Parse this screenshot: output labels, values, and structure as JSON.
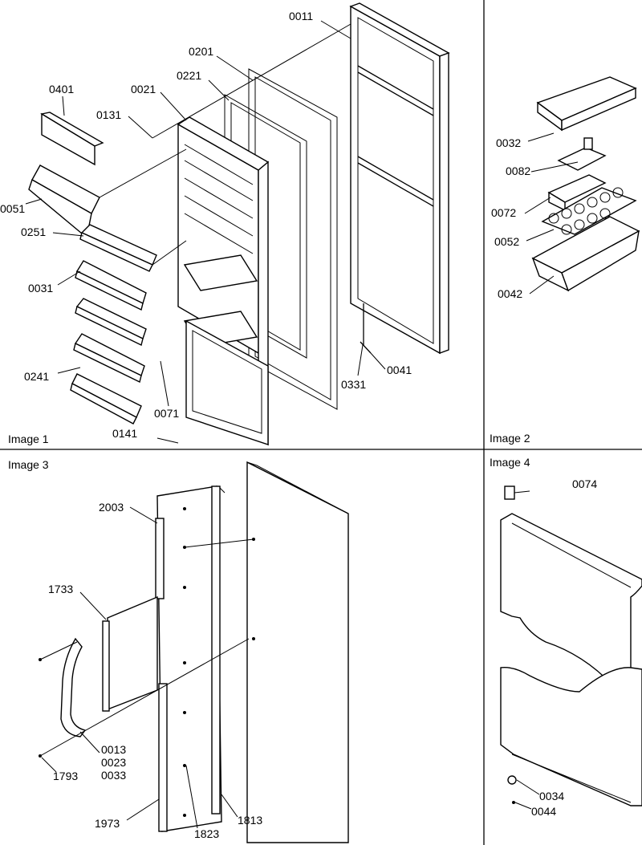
{
  "panels": [
    {
      "id": "image1",
      "title": "Image 1"
    },
    {
      "id": "image2",
      "title": "Image 2"
    },
    {
      "id": "image3",
      "title": "Image 3"
    },
    {
      "id": "image4",
      "title": "Image 4"
    }
  ],
  "callouts": {
    "image1": [
      "0011",
      "0201",
      "0221",
      "0021",
      "0401",
      "0131",
      "0051",
      "0251",
      "0031",
      "0241",
      "0071",
      "0141",
      "0331",
      "0041"
    ],
    "image2": [
      "0032",
      "0082",
      "0072",
      "0052",
      "0042"
    ],
    "image3": [
      "2003",
      "1733",
      "0013",
      "0023",
      "0033",
      "1793",
      "1973",
      "1823",
      "1813"
    ],
    "image4": [
      "0074",
      "0034",
      "0044"
    ]
  }
}
